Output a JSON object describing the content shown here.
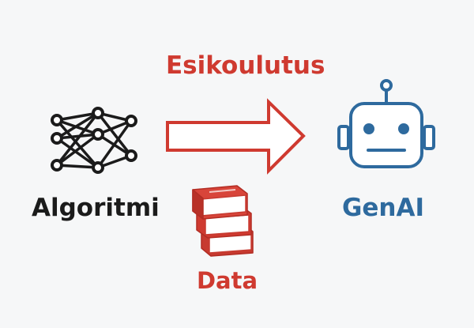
{
  "labels": {
    "process": "Esikoulutus",
    "input": "Algoritmi",
    "output": "GenAI",
    "data": "Data"
  },
  "icons": {
    "input": "neural-network-icon",
    "output": "robot-icon",
    "data": "books-icon",
    "process": "right-arrow-icon"
  },
  "colors": {
    "background": "#f6f7f8",
    "accent_red": "#cf3a30",
    "genai_blue": "#2e6a9e",
    "text_dark": "#1b1b1b"
  }
}
